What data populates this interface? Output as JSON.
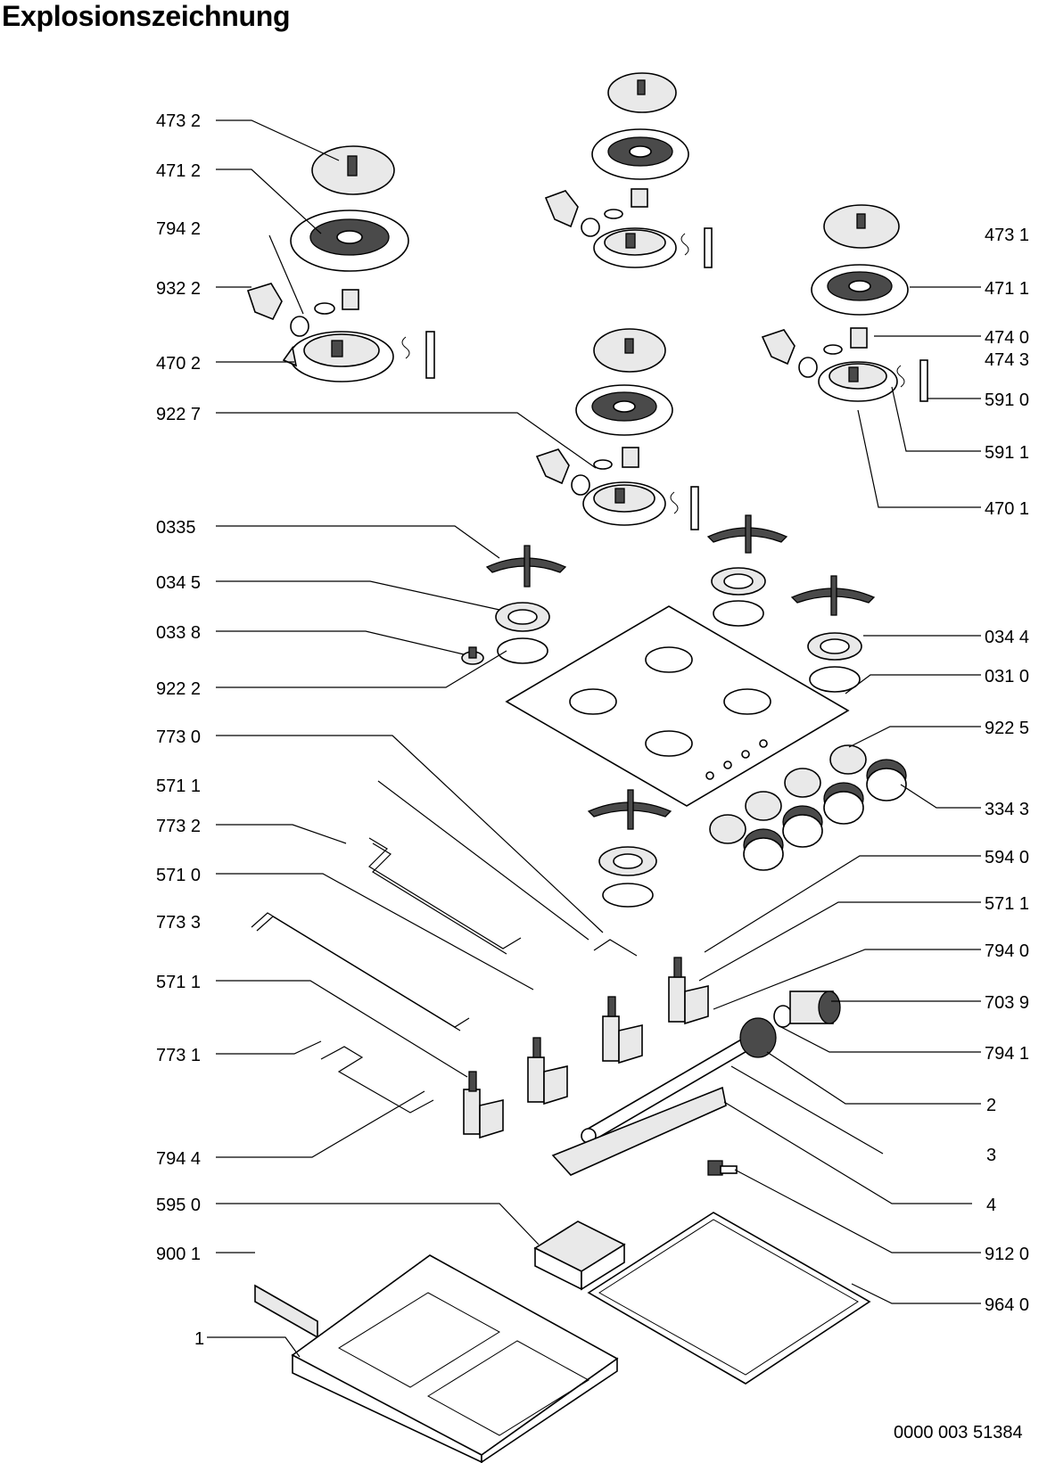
{
  "title": "Explosionszeichnung",
  "document_number": "0000 003 51384",
  "labels_left": [
    "473 2",
    "471 2",
    "794 2",
    "932 2",
    "470 2",
    "922 7",
    "0335",
    "034 5",
    "033 8",
    "922 2",
    "773 0",
    "571 1",
    "773 2",
    "571 0",
    "773 3",
    "571 1",
    "773 1",
    "794 4",
    "595 0",
    "900 1",
    "1"
  ],
  "labels_right": [
    "473 1",
    "471 1",
    "474 0",
    "474 3",
    "591 0",
    "591 1",
    "470 1",
    "034 4",
    "031 0",
    "922 5",
    "334 3",
    "594 0",
    "571 1",
    "794 0",
    "703 9",
    "794 1",
    "2",
    "3",
    "4",
    "912 0",
    "964 0"
  ]
}
